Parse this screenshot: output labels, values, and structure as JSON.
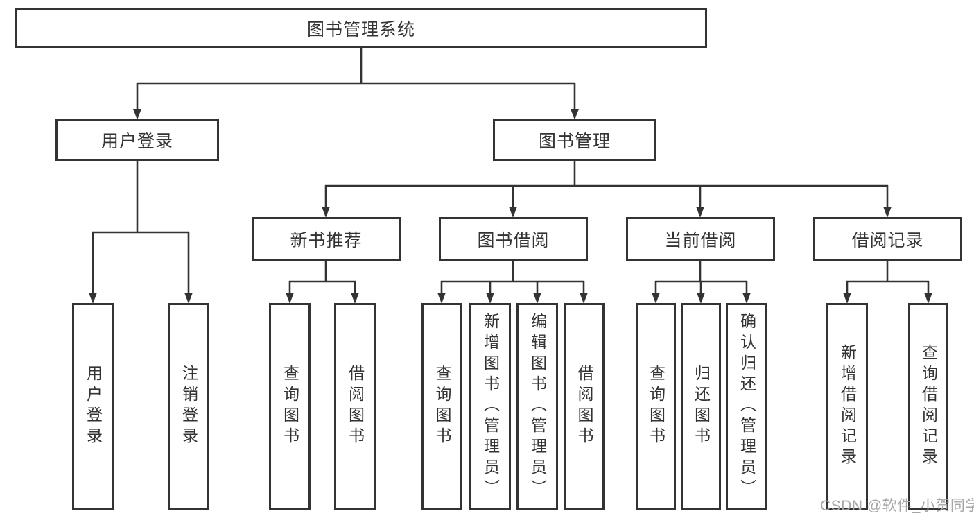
{
  "diagram": {
    "root": {
      "label": "图书管理系统",
      "children": [
        {
          "label": "用户登录",
          "children": [
            {
              "label": "用户登录"
            },
            {
              "label": "注销登录"
            }
          ]
        },
        {
          "label": "图书管理",
          "children": [
            {
              "label": "新书推荐",
              "children": [
                {
                  "label": "查询图书"
                },
                {
                  "label": "借阅图书"
                }
              ]
            },
            {
              "label": "图书借阅",
              "children": [
                {
                  "label": "查询图书"
                },
                {
                  "label": "新增图书（管理员）"
                },
                {
                  "label": "编辑图书（管理员）"
                },
                {
                  "label": "借阅图书"
                }
              ]
            },
            {
              "label": "当前借阅",
              "children": [
                {
                  "label": "查询图书"
                },
                {
                  "label": "归还图书"
                },
                {
                  "label": "确认归还（管理员）"
                }
              ]
            },
            {
              "label": "借阅记录",
              "children": [
                {
                  "label": "新增借阅记录"
                },
                {
                  "label": "查询借阅记录"
                }
              ]
            }
          ]
        }
      ]
    }
  },
  "watermark": {
    "text": "CSDN @软件_小贺同学"
  },
  "colors": {
    "line": "#333333",
    "box_background": "#ffffff",
    "text": "#333333",
    "watermark": "#a6a6a6"
  }
}
